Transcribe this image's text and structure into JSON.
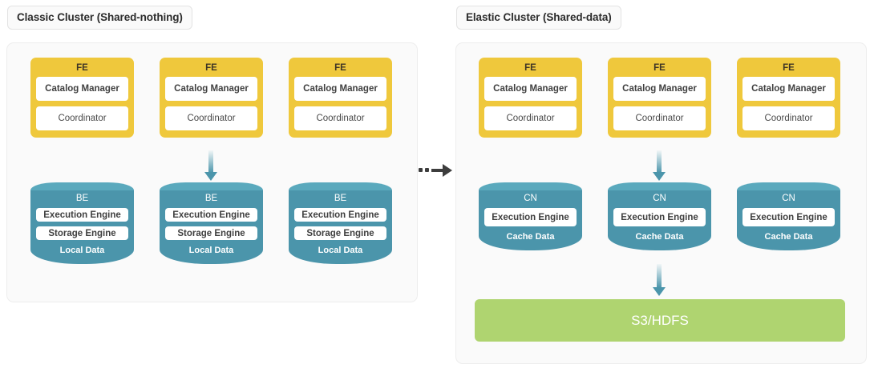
{
  "diagram": {
    "title": "Classic Cluster vs Elastic Cluster architecture comparison",
    "colors": {
      "fe_yellow": "#efc83c",
      "node_teal": "#4b95ab",
      "node_teal_top": "#5aa9bd",
      "storage_green": "#afd470",
      "panel_bg": "#fafafa",
      "panel_border": "#ededed",
      "arrow_dark": "#3d3d3d"
    },
    "connector": {
      "name": "dashed-arrow",
      "style": "dotted-to-solid arrow pointing right",
      "direction": "left-to-right"
    }
  },
  "panels": [
    {
      "id": "classic",
      "chip_label": "Classic Cluster (Shared-nothing)",
      "frontends": [
        {
          "title": "FE",
          "slots": [
            {
              "label": "Catalog Manager",
              "bold": true
            },
            {
              "label": "Coordinator",
              "bold": false
            }
          ]
        },
        {
          "title": "FE",
          "slots": [
            {
              "label": "Catalog Manager",
              "bold": true
            },
            {
              "label": "Coordinator",
              "bold": false
            }
          ]
        },
        {
          "title": "FE",
          "slots": [
            {
              "label": "Catalog Manager",
              "bold": true
            },
            {
              "label": "Coordinator",
              "bold": false
            }
          ]
        }
      ],
      "backends": [
        {
          "title": "BE",
          "slots": [
            "Execution Engine",
            "Storage Engine"
          ],
          "footer": "Local Data"
        },
        {
          "title": "BE",
          "slots": [
            "Execution Engine",
            "Storage Engine"
          ],
          "footer": "Local Data"
        },
        {
          "title": "BE",
          "slots": [
            "Execution Engine",
            "Storage Engine"
          ],
          "footer": "Local Data"
        }
      ],
      "shared_storage": null
    },
    {
      "id": "elastic",
      "chip_label": "Elastic Cluster (Shared-data)",
      "frontends": [
        {
          "title": "FE",
          "slots": [
            {
              "label": "Catalog Manager",
              "bold": true
            },
            {
              "label": "Coordinator",
              "bold": false
            }
          ]
        },
        {
          "title": "FE",
          "slots": [
            {
              "label": "Catalog Manager",
              "bold": true
            },
            {
              "label": "Coordinator",
              "bold": false
            }
          ]
        },
        {
          "title": "FE",
          "slots": [
            {
              "label": "Catalog Manager",
              "bold": true
            },
            {
              "label": "Coordinator",
              "bold": false
            }
          ]
        }
      ],
      "backends": [
        {
          "title": "CN",
          "slots": [
            "Execution Engine"
          ],
          "footer": "Cache Data"
        },
        {
          "title": "CN",
          "slots": [
            "Execution Engine"
          ],
          "footer": "Cache Data"
        },
        {
          "title": "CN",
          "slots": [
            "Execution Engine"
          ],
          "footer": "Cache Data"
        }
      ],
      "shared_storage": {
        "label": "S3/HDFS"
      }
    }
  ]
}
